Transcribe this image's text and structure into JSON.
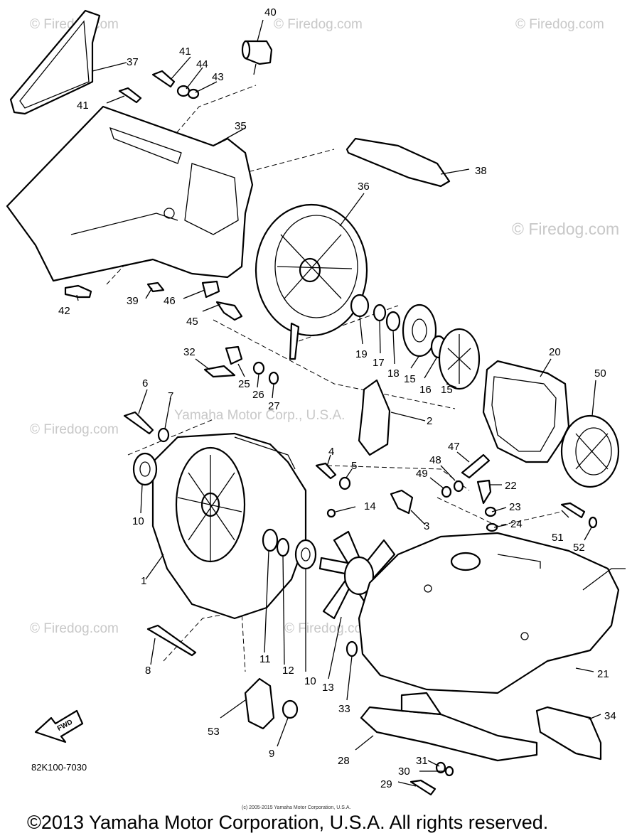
{
  "watermark": {
    "site": "© Firedog.com",
    "corp": "Yamaha Motor Corp., U.S.A."
  },
  "callouts": {
    "n1": "1",
    "n2": "2",
    "n3": "3",
    "n4": "4",
    "n5": "5",
    "n6": "6",
    "n7": "7",
    "n8": "8",
    "n9": "9",
    "n10": "10",
    "n11": "11",
    "n12": "12",
    "n13": "13",
    "n14": "14",
    "n15": "15",
    "n16": "16",
    "n17": "17",
    "n18": "18",
    "n19": "19",
    "n20": "20",
    "n21": "21",
    "n22": "22",
    "n23": "23",
    "n24": "24",
    "n25": "25",
    "n26": "26",
    "n27": "27",
    "n28": "28",
    "n29": "29",
    "n30": "30",
    "n31": "31",
    "n32": "32",
    "n33": "33",
    "n34": "34",
    "n35": "35",
    "n36": "36",
    "n37": "37",
    "n38": "38",
    "n39": "39",
    "n40": "40",
    "n41": "41",
    "n42": "42",
    "n43": "43",
    "n44": "44",
    "n45": "45",
    "n46": "46",
    "n47": "47",
    "n48": "48",
    "n49": "49",
    "n50": "50",
    "n51": "51",
    "n52": "52",
    "n53": "53"
  },
  "fwd_arrow": "FWD",
  "drawing_number": "82K100-7030",
  "small_copyright": "(c) 2005-2015 Yamaha Motor Corporation, U.S.A.",
  "copyright": "©2013 Yamaha Motor Corporation, U.S.A. All rights reserved."
}
